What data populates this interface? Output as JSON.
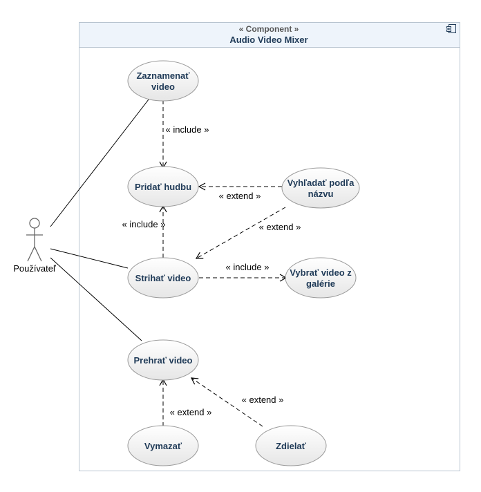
{
  "component": {
    "stereotype": "« Component »",
    "title": "Audio Video Mixer"
  },
  "actor": {
    "label": "Používateľ"
  },
  "use_cases": {
    "zaznamenat": [
      "Zaznamenať",
      "video"
    ],
    "pridat": [
      "Pridať hudbu"
    ],
    "vyhladat": [
      "Vyhľadať podľa",
      "názvu"
    ],
    "strihat": [
      "Strihať video"
    ],
    "vybrat": [
      "Vybrať video z",
      "galérie"
    ],
    "prehrat": [
      "Prehrať video"
    ],
    "vymazat": [
      "Vymazať"
    ],
    "zdielat": [
      "Zdielať"
    ]
  },
  "relations": {
    "include_1": "« include »",
    "extend_1": "« extend »",
    "include_2": "« include »",
    "extend_2": "« extend »",
    "include_3": "« include »",
    "extend_3": "« extend »",
    "extend_4": "« extend »"
  },
  "colors": {
    "uc_fill_top": "#ffffff",
    "uc_fill_bottom": "#e8e8e8",
    "uc_stroke": "#9a9a9a",
    "uc_text": "#1f3a57",
    "header_fill": "#eef4fb",
    "border": "#b8c4d0"
  }
}
